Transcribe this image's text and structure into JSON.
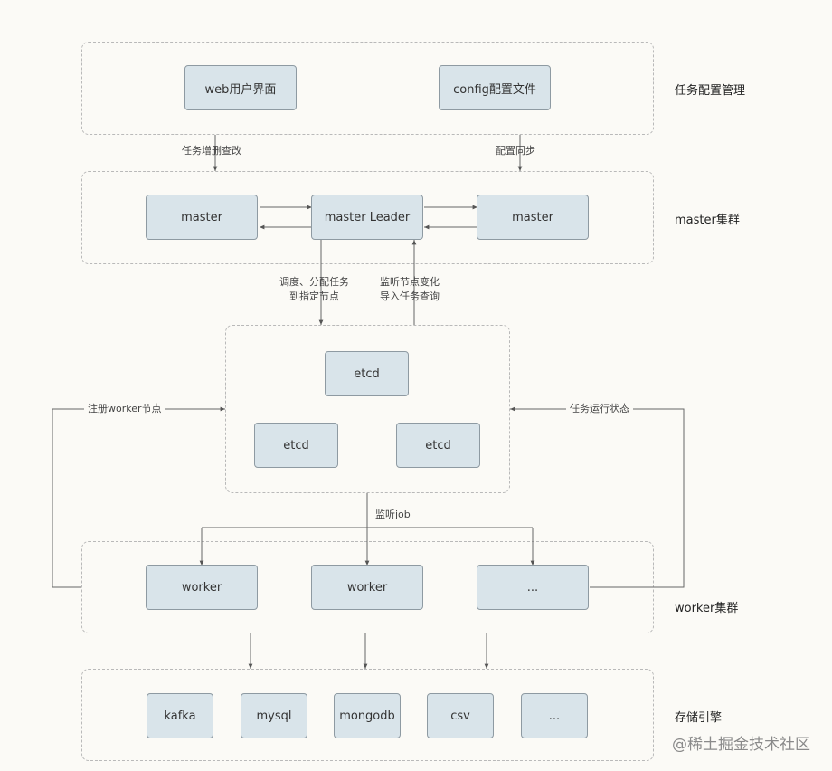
{
  "groups": {
    "config": "任务配置管理",
    "master": "master集群",
    "worker": "worker集群",
    "storage": "存储引擎"
  },
  "nodes": {
    "web_ui": "web用户界面",
    "config_file": "config配置文件",
    "master_left": "master",
    "master_leader": "master Leader",
    "master_right": "master",
    "etcd_top": "etcd",
    "etcd_left": "etcd",
    "etcd_right": "etcd",
    "worker1": "worker",
    "worker2": "worker",
    "worker_more": "...",
    "kafka": "kafka",
    "mysql": "mysql",
    "mongodb": "mongodb",
    "csv": "csv",
    "storage_more": "..."
  },
  "edges": {
    "task_crud": "任务增删查改",
    "config_sync": "配置同步",
    "schedule_line1": "调度、分配任务",
    "schedule_line2": "到指定节点",
    "watch_line1": "监听节点变化",
    "watch_line2": "导入任务查询",
    "register_worker": "注册worker节点",
    "task_status": "任务运行状态",
    "watch_job": "监听job"
  },
  "watermark": "@稀土掘金技术社区"
}
